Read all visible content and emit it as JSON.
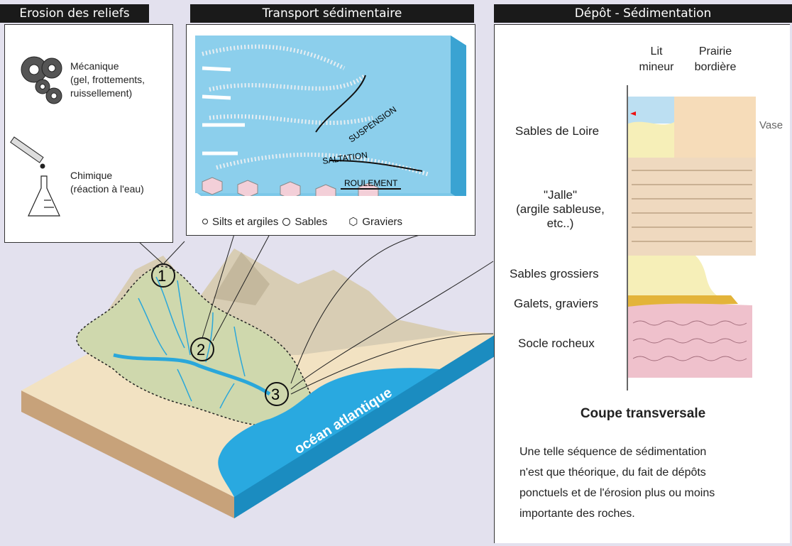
{
  "erosion": {
    "title": "Erosion des reliefs",
    "mechanical": [
      "Mécanique",
      "(gel, frottements,",
      "ruissellement)"
    ],
    "chemical": [
      "Chimique",
      "(réaction à l'eau)"
    ]
  },
  "transport": {
    "title": "Transport sédimentaire",
    "modes": [
      "SUSPENSION",
      "SALTATION",
      "ROULEMENT"
    ],
    "legend": [
      "Silts et argiles",
      "Sables",
      "Graviers"
    ]
  },
  "deposit": {
    "title": "Dépôt - Sédimentation",
    "col1": [
      "Lit",
      "mineur"
    ],
    "col2": [
      "Prairie",
      "bordière"
    ],
    "vase": "Vase",
    "layers": [
      "Sables de Loire",
      "\"Jalle\"",
      "(argile sableuse,",
      "etc..)",
      "Sables grossiers",
      "Galets, graviers",
      "Socle rocheux"
    ],
    "caption_title": "Coupe transversale",
    "caption": [
      "Une telle séquence de sédimentation",
      "n'est que théorique, du fait de dépôts",
      "ponctuels et de l'érosion plus ou moins",
      "importante des roches."
    ]
  },
  "map": {
    "markers": [
      "1",
      "2",
      "3"
    ],
    "ocean": "océan atlantique"
  },
  "colors": {
    "water": "#29a9e0",
    "sand": "#f6efb8",
    "land": "#f2e2c2",
    "rock": "#efc1cc"
  }
}
